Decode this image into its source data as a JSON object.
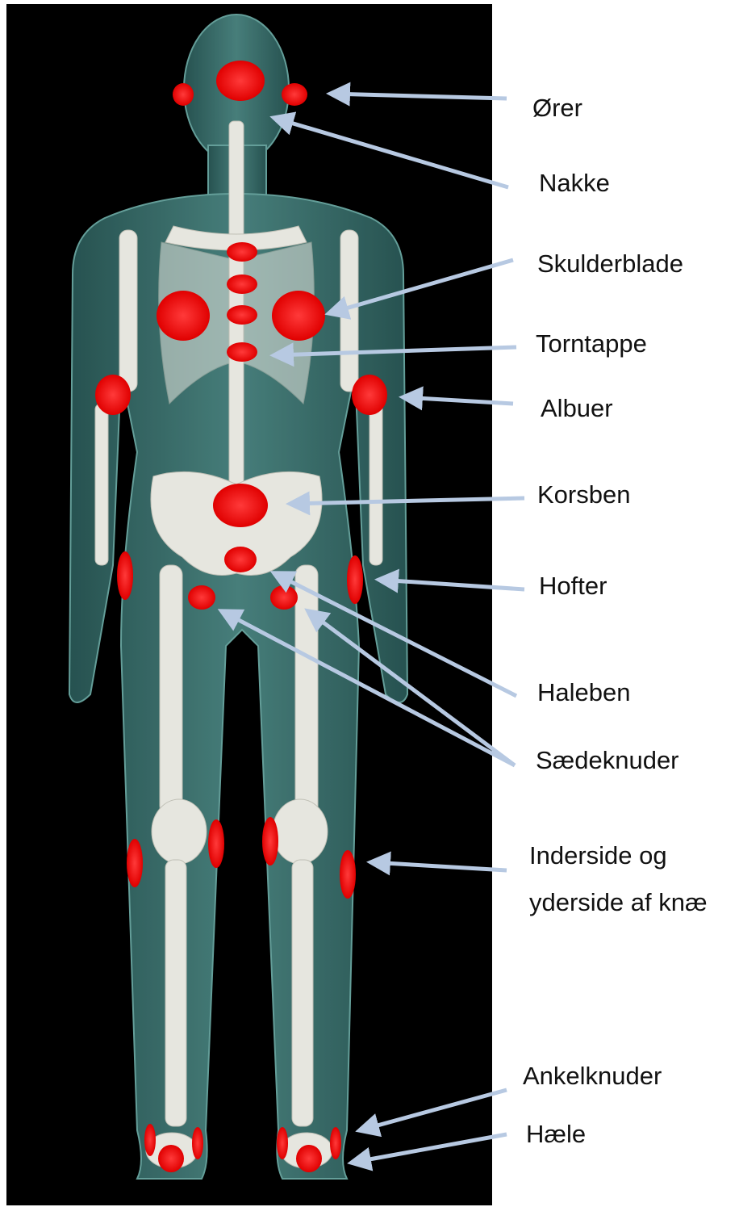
{
  "colors": {
    "background_panel": "#000000",
    "body_glow": "#3f7f7c",
    "bone": "#e6e6df",
    "pressure_point": "#ff1a1a",
    "arrow": "#b7c9e2"
  },
  "labels": {
    "orer": "Ører",
    "nakke": "Nakke",
    "skulderblade": "Skulderblade",
    "torntappe": "Torntappe",
    "albuer": "Albuer",
    "korsben": "Korsben",
    "hofter": "Hofter",
    "haleben": "Haleben",
    "saedeknuder": "Sædeknuder",
    "knae_line1": "Inderside og",
    "knae_line2": "yderside af knæ",
    "ankelknuder": "Ankelknuder",
    "haele": "Hæle"
  }
}
